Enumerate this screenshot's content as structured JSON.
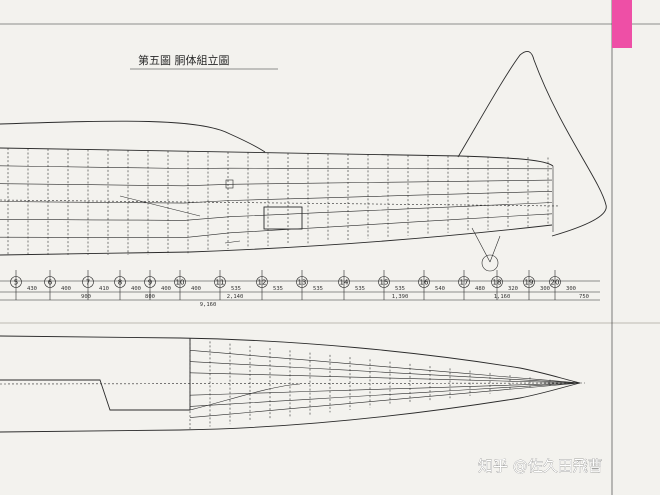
{
  "drawing": {
    "title": "第五圖 胴体組立圖"
  },
  "stations": {
    "labels": [
      "5",
      "6",
      "7",
      "8",
      "9",
      "10",
      "11",
      "12",
      "13",
      "14",
      "15",
      "16",
      "17",
      "18",
      "19",
      "20"
    ],
    "spacings": [
      "430",
      "400",
      "410",
      "400",
      "400",
      "400",
      "535",
      "535",
      "535",
      "535",
      "535",
      "540",
      "480",
      "320",
      "300",
      "300"
    ],
    "dimension_totals": [
      "900",
      "800",
      "2,140",
      "1,390",
      "1,160",
      "750"
    ],
    "total_prefix": "9,160"
  },
  "watermark": {
    "text": "知乎 @佐久田飛曹"
  },
  "colors": {
    "paper": "#f3f2ee",
    "ink": "#2b2b2b",
    "marker": "#ee4fa6"
  }
}
